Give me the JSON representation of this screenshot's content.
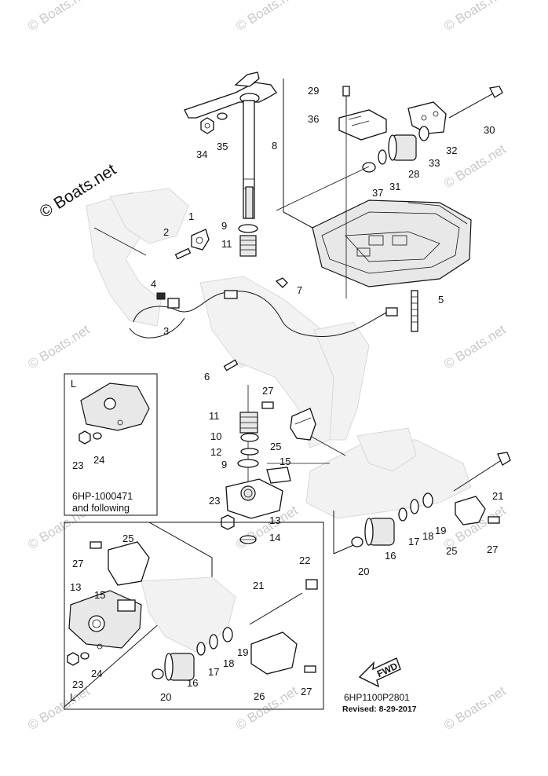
{
  "watermark": {
    "text": "© Boats.net",
    "main_text": "© Boats.net"
  },
  "callouts": [
    "1",
    "2",
    "3",
    "4",
    "5",
    "6",
    "7",
    "8",
    "9",
    "11",
    "29",
    "36",
    "30",
    "32",
    "33",
    "28",
    "31",
    "37",
    "34",
    "35",
    "27",
    "11",
    "10",
    "12",
    "9",
    "25",
    "15",
    "23",
    "13",
    "14",
    "21",
    "19",
    "18",
    "17",
    "16",
    "20",
    "25",
    "27",
    "25",
    "22",
    "27",
    "13",
    "15",
    "21",
    "23",
    "24",
    "19",
    "18",
    "17",
    "16",
    "20",
    "26",
    "27",
    "23",
    "24"
  ],
  "inset_top": {
    "corner_label": "L",
    "note_line1": "6HP-1000471",
    "note_line2": "and following",
    "callouts": [
      "23",
      "24"
    ]
  },
  "inset_bottom": {
    "corner_label": "L"
  },
  "fwd_label": "FWD",
  "diagram_code": "6HP1100P2801",
  "revised": "Revised: 8-29-2017",
  "icons": [
    "fwd-arrow-icon"
  ]
}
